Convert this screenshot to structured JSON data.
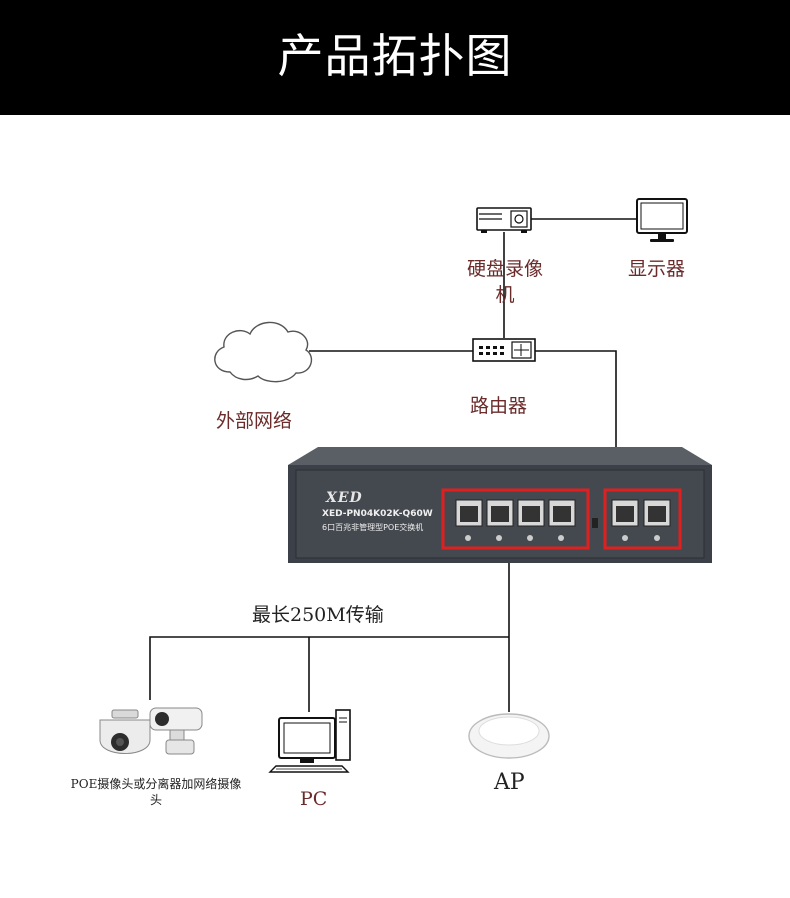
{
  "header": {
    "title": "产品拓扑图"
  },
  "nodes": {
    "nvr": "硬盘录像机",
    "monitor": "显示器",
    "router": "路由器",
    "internet": "外部网络",
    "camera": "POE摄像头或分离器加网络摄像头",
    "pc": "PC",
    "ap": "AP"
  },
  "switch": {
    "brand": "XED",
    "model": "XED-PN04K02K-Q60W",
    "description": "6口百兆非管理型POE交换机"
  },
  "link_label": "最长250M传输",
  "colors": {
    "header_bg": "#000000",
    "label_text": "#6b2b2b",
    "switch_body": "#3c4048",
    "port_highlight": "#e02020"
  }
}
